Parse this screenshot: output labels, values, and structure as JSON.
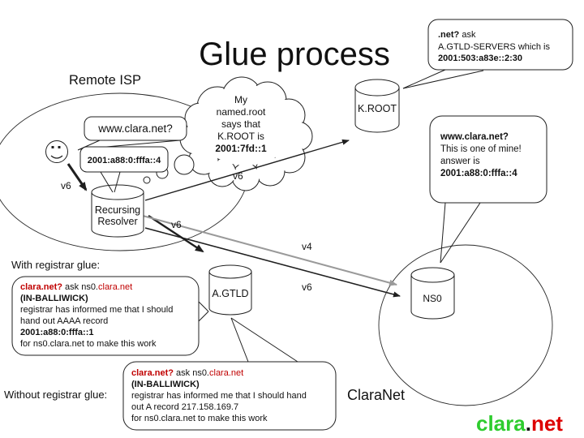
{
  "slide": {
    "title": "Glue process"
  },
  "labels": {
    "remote_isp": "Remote ISP",
    "with_glue": "With registrar glue:",
    "without_glue": "Without registrar glue:",
    "claranet": "ClaraNet",
    "v6_user_link": "v6",
    "v6_root_link": "v6",
    "v6_gtld_link": "v6",
    "v4_ns0_link": "v4",
    "v6_ns0_link": "v6"
  },
  "nodes": {
    "k_root": "K.ROOT",
    "a_gtld": "A.GTLD",
    "ns0": "NS0",
    "resolver_l1": "Recursing",
    "resolver_l2": "Resolver"
  },
  "bubbles": {
    "user_query": "www.clara.net?",
    "user_answer": "2001:a88:0:fffa::4",
    "root_cloud": {
      "l1": "My",
      "l2": "named.root",
      "l3": "says that",
      "l4": "K.ROOT is",
      "l5": "2001:7fd::1"
    },
    "root_referral": {
      "q": ".net?",
      "q_rest": " ask",
      "l2": "A.GTLD-SERVERS which is",
      "addr": "2001:503:a83e::2:30"
    },
    "ns0_answer": {
      "q": "www.clara.net?",
      "l2": "This is one of mine!",
      "l3": "answer is",
      "addr": "2001:a88:0:fffa::4"
    },
    "with_glue": {
      "q": "clara.net?",
      "mid": " ask ns0.",
      "domain": "clara.net",
      "l2": "(IN-BALLIWICK)",
      "l3": "registrar has informed me that I should",
      "l4": "hand out AAAA record",
      "l5": "2001:a88:0:fffa::1",
      "l6": "for ns0.clara.net to make this work"
    },
    "without_glue": {
      "q": "clara.net?",
      "mid": " ask ns0.",
      "domain": "clara.net",
      "l2": "(IN-BALLIWICK)",
      "l3": "registrar has informed me that I should hand",
      "l4": "out A record 217.158.169.7",
      "l5": "for ns0.clara.net to make this work"
    }
  },
  "logo": {
    "clara": "clara",
    "dot": ".",
    "net": "net"
  },
  "colors": {
    "ink": "#111111",
    "red_text": "#c00000",
    "logo_green": "#2ecc2e",
    "logo_red": "#dd0000",
    "gray_arrow": "#9a9a9a"
  }
}
